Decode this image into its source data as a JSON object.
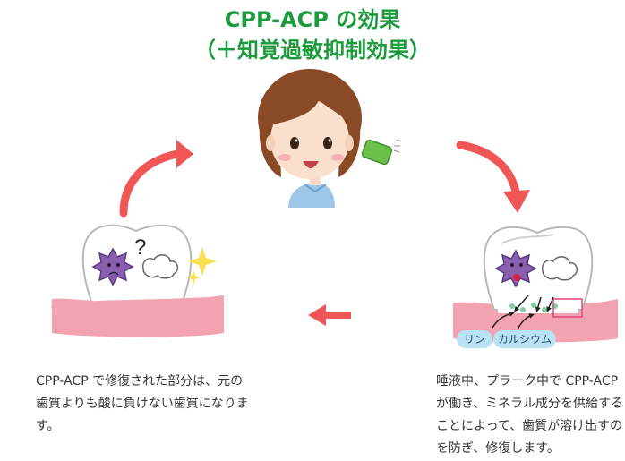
{
  "title": {
    "line1": "CPP-ACP の効果",
    "line2": "（＋知覚過敏抑制効果）"
  },
  "labels": {
    "phosphorus": "リン",
    "calcium": "カルシウム",
    "question": "?"
  },
  "descriptions": {
    "left": "CPP-ACP で修復された部分は、元の歯質よりも酸に負けない歯質になります。",
    "right": "唾液中、プラーク中で CPP-ACP が働き、ミネラル成分を供給することによって、歯質が溶け出すのを防ぎ、修復します。"
  },
  "colors": {
    "title": "#1a9a3a",
    "arrow": "#f05656",
    "gum": "#f2a2b0",
    "tooth_outline": "#b8b8b8",
    "bacteria": "#8a5fb0",
    "pill": "#b9e2f4"
  }
}
